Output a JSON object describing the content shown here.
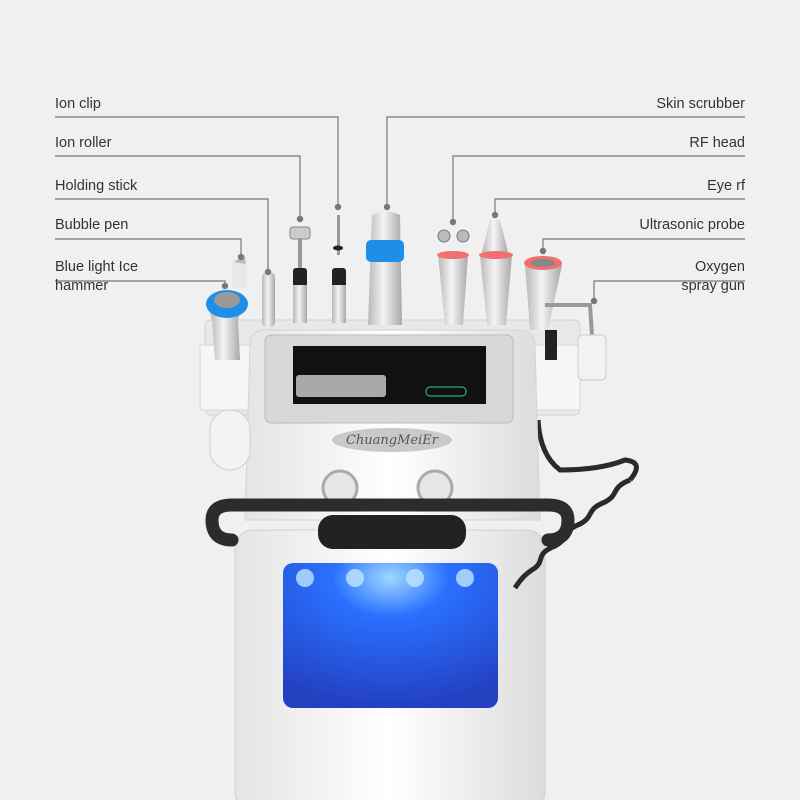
{
  "labels_left": [
    {
      "text": "Ion clip"
    },
    {
      "text": "Ion roller"
    },
    {
      "text": "Holding stick"
    },
    {
      "text": "Bubble pen"
    },
    {
      "text": "Blue light Ice",
      "text2": "hammer"
    }
  ],
  "labels_right": [
    {
      "text": "Skin scrubber"
    },
    {
      "text": "RF head"
    },
    {
      "text": "Eye rf"
    },
    {
      "text": "Ultrasonic probe"
    },
    {
      "text": "Oxygen",
      "text2": "spray gun"
    }
  ],
  "logo": "ChuangMeiEr",
  "colors": {
    "background": "#f0f0f0",
    "leader_line": "#777777",
    "accent_blue": "#1e8fe8",
    "accent_red": "#f07070",
    "window_blue": "#1f5bff"
  }
}
